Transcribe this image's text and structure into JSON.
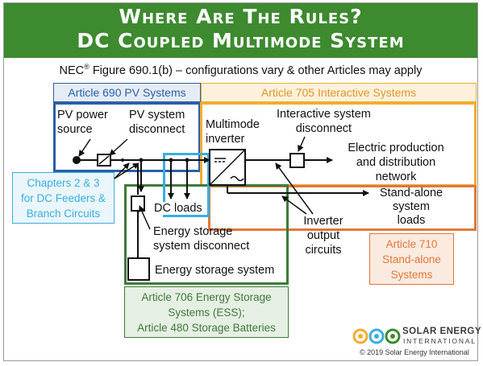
{
  "title": {
    "line1": "Where Are The Rules?",
    "line2": "DC Coupled Multimode System"
  },
  "subtitle": {
    "prefix": "NEC",
    "mark": "®",
    "suffix": " Figure 690.1(b) – configurations vary & other Articles may apply"
  },
  "articles": {
    "a690": "Article 690 PV Systems",
    "a705": "Article 705 Interactive Systems",
    "chapters": [
      "Chapters 2 & 3",
      "for DC Feeders &",
      "Branch Circuits"
    ],
    "a710": [
      "Article 710",
      "Stand-alone",
      "Systems"
    ],
    "a706": [
      "Article 706 Energy Storage",
      "Systems (ESS);",
      "Article 480 Storage Batteries"
    ]
  },
  "components": {
    "pv_source": [
      "PV power",
      "source"
    ],
    "pv_disconnect": [
      "PV system",
      "disconnect"
    ],
    "inverter": [
      "Multimode",
      "inverter"
    ],
    "interactive_disconnect": [
      "Interactive system",
      "disconnect"
    ],
    "network": [
      "Electric production",
      "and distribution",
      "network"
    ],
    "standalone_loads": [
      "Stand-alone",
      "system",
      "loads"
    ],
    "dc_loads": "DC loads",
    "ess_disconnect": [
      "Energy storage",
      "system disconnect"
    ],
    "ess": "Energy storage system",
    "inverter_output": [
      "Inverter",
      "output",
      "circuits"
    ]
  },
  "footer": {
    "org_line1": "SOLAR ENERGY",
    "org_line2": "INTERNATIONAL",
    "copyright": "© 2019 Solar Energy International"
  },
  "colors": {
    "banner": "#3d8a2f",
    "pv_blue": "#2b5fa6",
    "interactive_orange": "#f2ad2e",
    "chapters_lightblue": "#3aaee0",
    "standalone_orange": "#e0793a",
    "storage_green": "#3f7a3a"
  }
}
